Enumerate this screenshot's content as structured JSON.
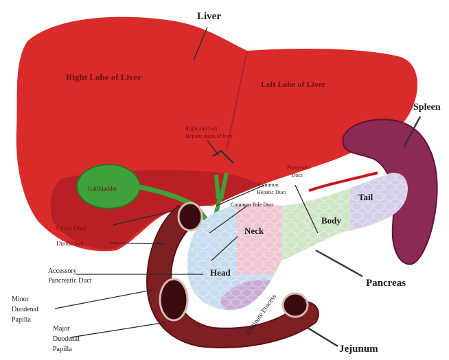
{
  "diagram": {
    "labels": {
      "liver": "Liver",
      "right_lobe": "Right Lobe of Liver",
      "left_lobe": "Left Lobe of Liver",
      "spleen": "Spleen",
      "tail": "Tail",
      "body": "Body",
      "neck": "Neck",
      "head": "Head",
      "pancreas": "Pancreas",
      "jejunum": "Jejunum",
      "gallbladder": "Gallbladder",
      "cystic_duct": "Cystic Duct",
      "duodenum": "Duodenum",
      "right_left_hepatic_1": "Right and Left",
      "right_left_hepatic_2": "Hepatic ducts of liver",
      "pancreatic_duct_1": "Pancreatic",
      "pancreatic_duct_2": "Duct",
      "common_hepatic_1": "Common",
      "common_hepatic_2": "Hepatic Duct",
      "common_bile_duct": "Common Bile Duct",
      "accessory_1": "Accessory",
      "accessory_2": "Pancreatic Duct",
      "minor_1": "Minor",
      "minor_2": "Duodenal",
      "minor_3": "Papilla",
      "major_1": "Major",
      "major_2": "Duodenal",
      "major_3": "Papilla",
      "uncinate": "Uncinate Process"
    },
    "colors": {
      "liver": "#d92b2b",
      "liver_dark": "#b31f22",
      "spleen": "#8a2a55",
      "gallbladder": "#3fa13a",
      "duodenum": "#7e1f24",
      "pancreas_head": "#c9dcef",
      "pancreas_neck": "#f0c6cf",
      "pancreas_body": "#cfe6c6",
      "pancreas_tail": "#d8cde8",
      "uncinate": "#c8acd6"
    }
  }
}
